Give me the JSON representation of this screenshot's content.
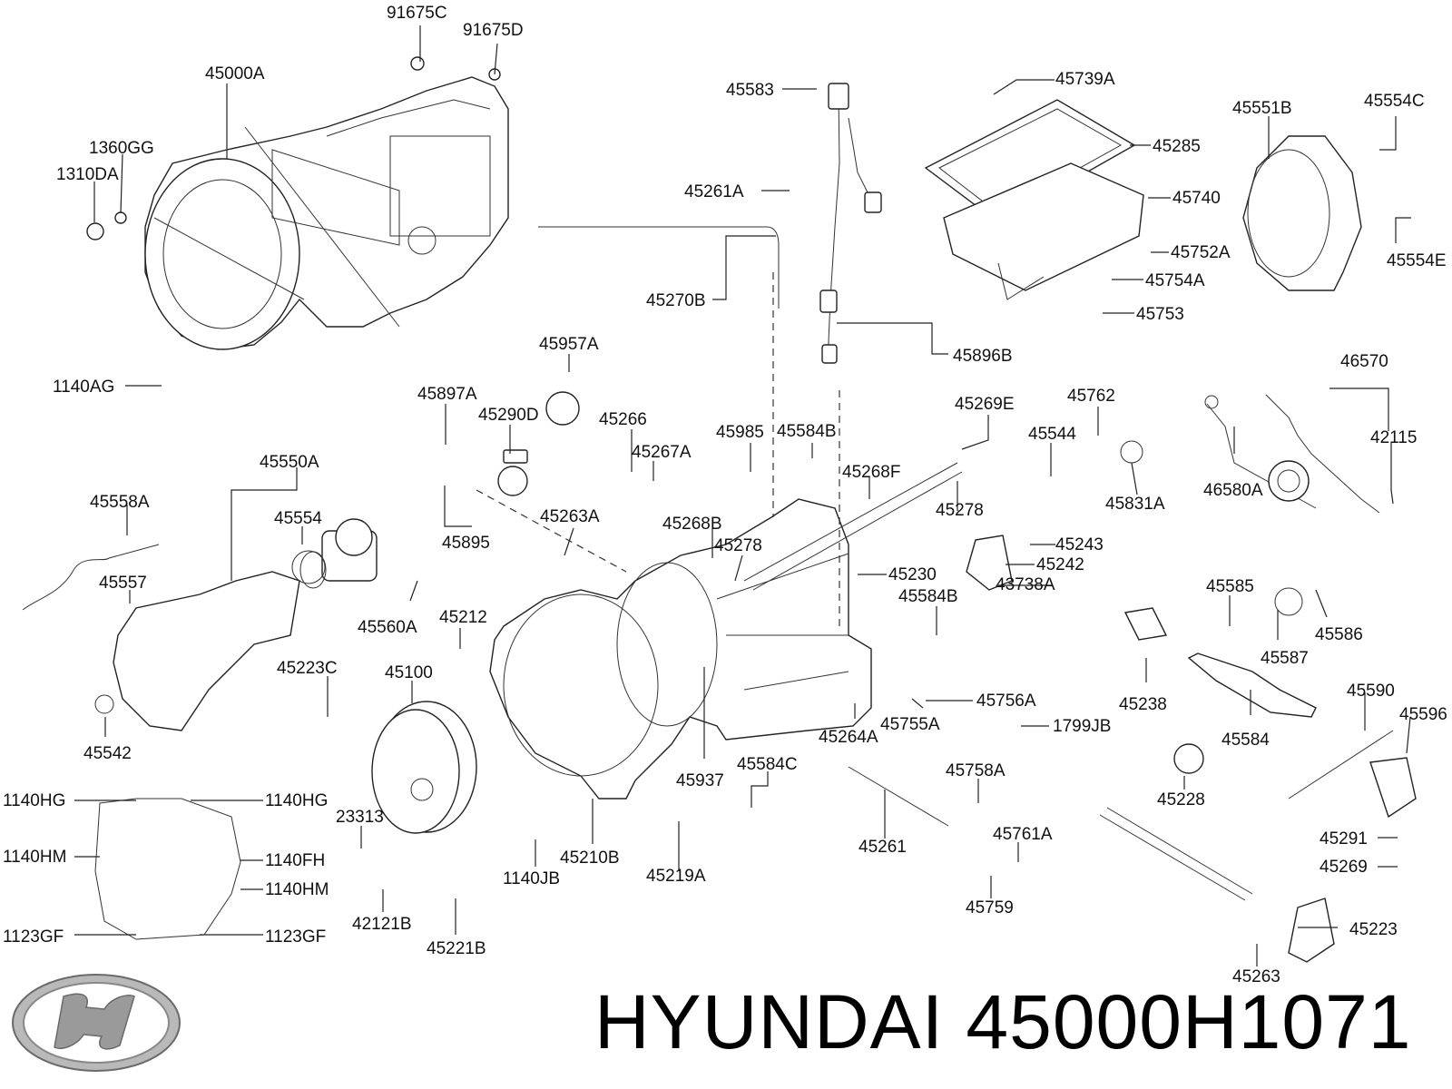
{
  "brand": {
    "name": "HYUNDAI",
    "part_number": "45000H1071",
    "logo_icon": "hyundai-logo-icon"
  },
  "colors": {
    "line": "#222222",
    "background": "#ffffff"
  },
  "callouts": [
    "91675C",
    "91675D",
    "45000A",
    "1360GG",
    "1310DA",
    "1140AG",
    "45583",
    "45739A",
    "45285",
    "45740",
    "45752A",
    "45754A",
    "45753",
    "45551B",
    "45554C",
    "45554E",
    "45261A",
    "45270B",
    "45896B",
    "45957A",
    "45897A",
    "45290D",
    "45266",
    "45267A",
    "45985",
    "45584B",
    "45269E",
    "45762",
    "45544",
    "45831A",
    "46570",
    "42115",
    "46580A",
    "45550A",
    "45558A",
    "45554",
    "45557",
    "45895",
    "45263A",
    "45268B",
    "45278",
    "45268F",
    "45278",
    "45243",
    "45242",
    "43738A",
    "45230",
    "45560A",
    "45212",
    "45584B",
    "45585",
    "45586",
    "45587",
    "45223C",
    "45100",
    "45238",
    "45542",
    "45756A",
    "45755A",
    "45264A",
    "1799JB",
    "45584",
    "45590",
    "45596",
    "45937",
    "45584C",
    "45758A",
    "45228",
    "1140HG",
    "1140HG",
    "1140HM",
    "1140FH",
    "1140HM",
    "23313",
    "45261",
    "45761A",
    "45291",
    "45269",
    "1140JB",
    "45210B",
    "45219A",
    "42121B",
    "45759",
    "45223",
    "1123GF",
    "1123GF",
    "45221B",
    "45263"
  ]
}
